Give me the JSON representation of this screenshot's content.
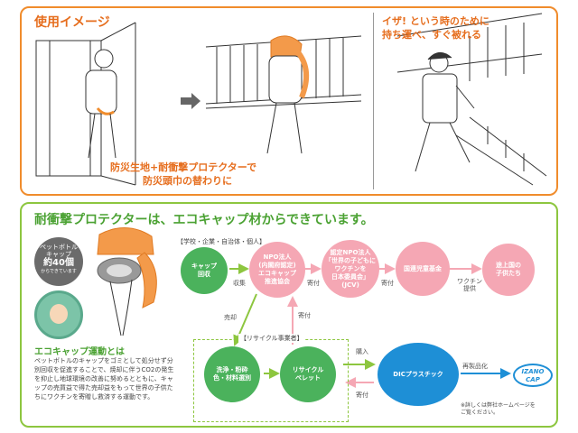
{
  "top": {
    "title": "使用イメージ",
    "caption_left_1": "防災生地+耐衝撃プロテクターで",
    "caption_left_2": "防災頭巾の替わりに",
    "caption_right_1": "イザ! という時のために",
    "caption_right_2": "持ち運べ、すぐ被れる"
  },
  "bottom": {
    "title": "耐衝撃プロテクターは、エコキャップ材からできています。",
    "badge_line1": "ペットボトル",
    "badge_line2": "キャップ",
    "badge_line3": "約40個",
    "badge_line4": "からできています",
    "eco_title": "エコキャップ運動とは",
    "eco_body": "ペットボトルのキャップをゴミとして処分せず分別回収を促進することで、焼却に伴うCO2の発生を抑止し地球環境の改善に努めるとともに、キャップの売買益で得た売却益をもって世界の子供たちにワクチンを寄贈し救済する運動です。"
  },
  "flow": {
    "source_label": "【学校・企業・自治体・個人】",
    "node_collect": "キャップ\n回収",
    "node_npo": "NPO法人\n(内閣府認定)\nエコキャップ\n推進協会",
    "node_jcv": "認定NPO法人\n「世界の子どもに\nワクチンを\n日本委員会」\n(JCV)",
    "node_unicef": "国連児童基金",
    "node_children": "途上国の\n子供たち",
    "node_wash": "洗浄・粉砕\n色・材料選別",
    "node_pellet": "リサイクル\nペレット",
    "node_dic": "DICプラスチック",
    "lbl_collect": "収集",
    "lbl_donate1": "寄付",
    "lbl_donate2": "寄付",
    "lbl_vaccine": "ワクチン\n提供",
    "lbl_sell": "売却",
    "lbl_donate3": "寄付",
    "lbl_buy": "購入",
    "lbl_donate4": "寄付",
    "lbl_reproduct": "再製品化",
    "recycle_label": "【リサイクル事業者】",
    "izano_line1": "IZANO",
    "izano_line2": "CAP",
    "note": "※詳しくは弊社ホームページを\nご覧ください。"
  },
  "colors": {
    "orange": "#f08c2c",
    "green": "#4bb25c",
    "pink": "#f5a7b4",
    "blue": "#1e8fd6"
  }
}
